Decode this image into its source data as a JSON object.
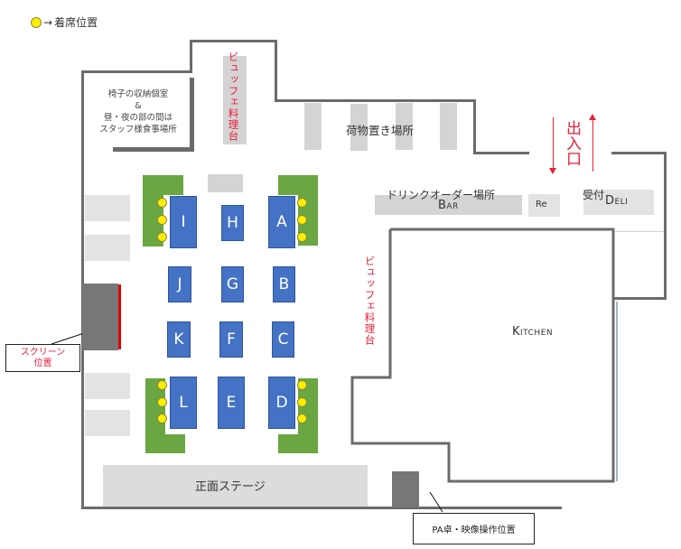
{
  "legend": {
    "icon": "yellow-seat-circle",
    "arrow": "→",
    "label": "着席位置"
  },
  "rooms": {
    "storage_room_lines": [
      "椅子の収納個室",
      "&",
      "昼・夜の部の間は",
      "スタッフ様食事場所"
    ],
    "buffet_top": "ビュッフェ料理台",
    "buffet_side": "ビュッフェ料理台",
    "baggage": "荷物置き場所",
    "entrance": "出入口",
    "drink_order": "ドリンクオーダー場所",
    "bar": "Bar",
    "re": "Re",
    "reception": "受付",
    "deli": "Deli",
    "kitchen": "Kitchen",
    "stage": "正面ステージ"
  },
  "callouts": {
    "screen": [
      "スクリーン",
      "位置"
    ],
    "pa": "PA卓・映像操作位置"
  },
  "tables": [
    {
      "id": "I",
      "label": "I"
    },
    {
      "id": "H",
      "label": "H"
    },
    {
      "id": "A",
      "label": "A"
    },
    {
      "id": "J",
      "label": "J"
    },
    {
      "id": "G",
      "label": "G"
    },
    {
      "id": "B",
      "label": "B"
    },
    {
      "id": "K",
      "label": "K"
    },
    {
      "id": "F",
      "label": "F"
    },
    {
      "id": "C",
      "label": "C"
    },
    {
      "id": "L",
      "label": "L"
    },
    {
      "id": "E",
      "label": "E"
    },
    {
      "id": "D",
      "label": "D"
    }
  ],
  "colors": {
    "table": "#4472c4",
    "seat": "#ffee00",
    "sofa": "#6aa641",
    "annotation_red": "#e8203a",
    "wall": "#6b6b6b"
  }
}
